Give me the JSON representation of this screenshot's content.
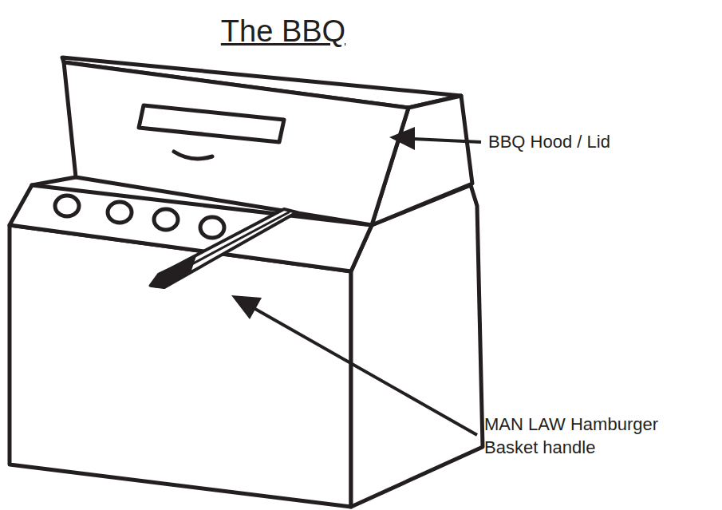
{
  "diagram": {
    "title": "The BBQ",
    "labels": [
      "BBQ Hood / Lid",
      "MAN LAW Hamburger Basket handle"
    ]
  }
}
